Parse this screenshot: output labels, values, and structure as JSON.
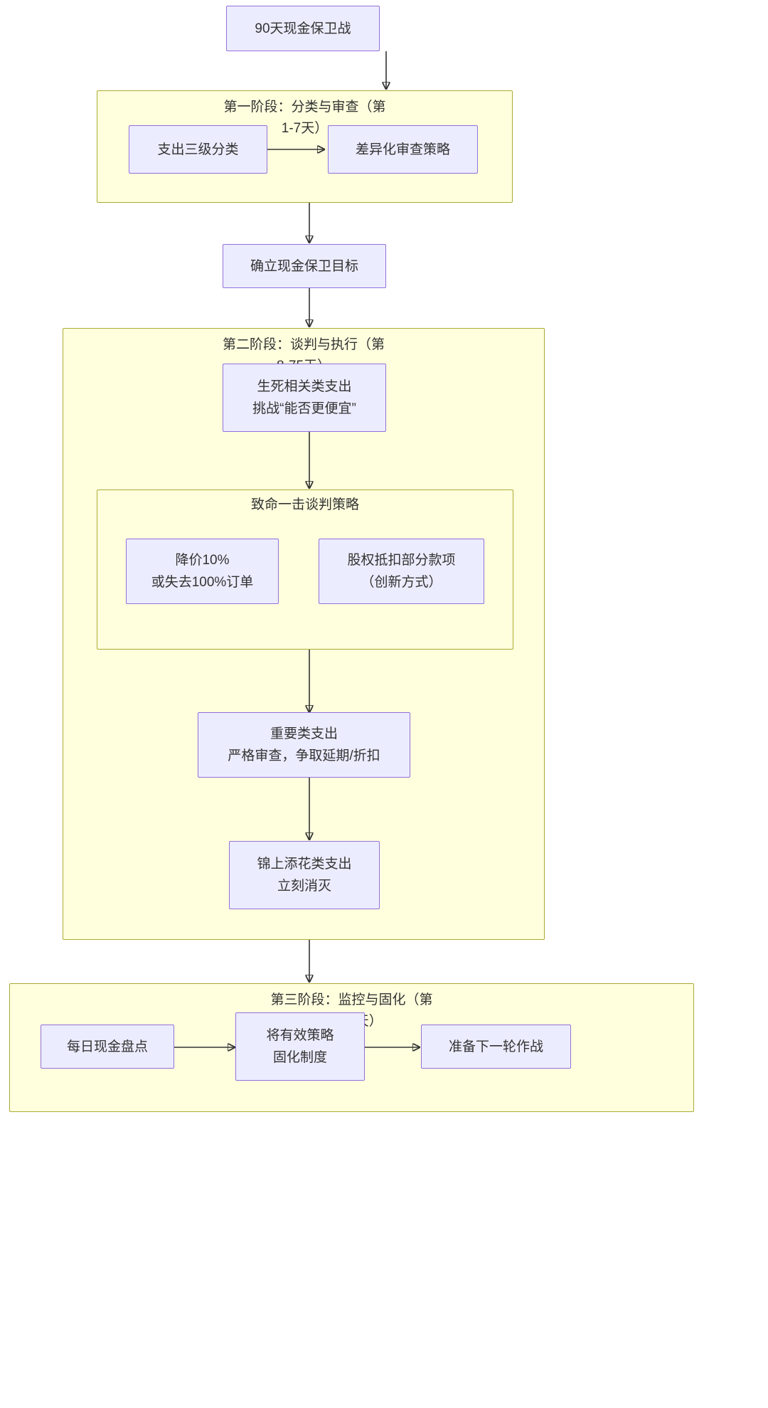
{
  "diagram": {
    "type": "flowchart",
    "direction": "top-down",
    "colors": {
      "node_fill": "#ECECFF",
      "node_stroke": "#9370DB",
      "cluster_fill": "#FFFFDE",
      "cluster_stroke": "#AAAA33",
      "edge_stroke": "#333333",
      "text": "#333333",
      "background": "#FFFFFF"
    }
  },
  "nodes": {
    "root": {
      "label": "90天现金保卫战"
    },
    "phase1": {
      "title": "第一阶段：分类与审查（第\n1-7天）",
      "children": {
        "classify": {
          "label": "支出三级分类"
        },
        "review": {
          "label": "差异化审查策略"
        }
      }
    },
    "goal": {
      "label": "确立现金保卫目标"
    },
    "phase2": {
      "title": "第二阶段：谈判与执行（第\n8-75天）",
      "children": {
        "critical": {
          "label": "生死相关类支出\n挑战“能否更便宜”"
        },
        "tactics": {
          "title": "致命一击谈判策略",
          "children": {
            "discount": {
              "label": "降价10%\n或失去100%订单"
            },
            "equity": {
              "label": "股权抵扣部分款项\n（创新方式）"
            }
          }
        },
        "important": {
          "label": "重要类支出\n严格审查，争取延期/折扣"
        },
        "nice_to_have": {
          "label": "锦上添花类支出\n立刻消灭"
        }
      }
    },
    "phase3": {
      "title": "第三阶段：监控与固化（第\n76-90天）",
      "children": {
        "daily_count": {
          "label": "每日现金盘点"
        },
        "institutionalize": {
          "label": "将有效策略\n固化制度"
        },
        "next_round": {
          "label": "准备下一轮作战"
        }
      }
    }
  },
  "edges": [
    {
      "from": "root",
      "to": "phase1"
    },
    {
      "from": "classify",
      "to": "review"
    },
    {
      "from": "phase1",
      "to": "goal"
    },
    {
      "from": "goal",
      "to": "phase2"
    },
    {
      "from": "critical",
      "to": "tactics"
    },
    {
      "from": "tactics",
      "to": "important"
    },
    {
      "from": "important",
      "to": "nice_to_have"
    },
    {
      "from": "phase2",
      "to": "phase3"
    },
    {
      "from": "daily_count",
      "to": "institutionalize"
    },
    {
      "from": "institutionalize",
      "to": "next_round"
    }
  ]
}
